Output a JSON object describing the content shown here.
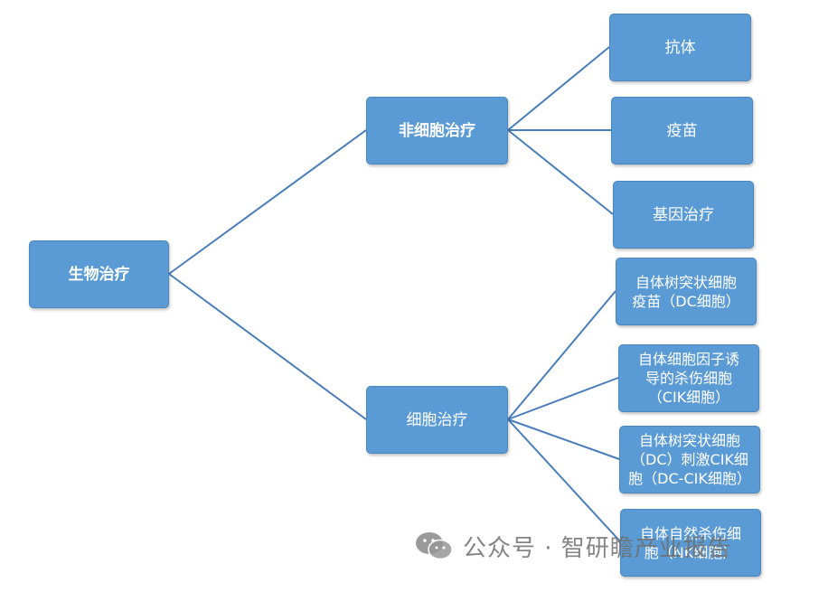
{
  "diagram": {
    "root": {
      "label": "生物治疗"
    },
    "branches": [
      {
        "label": "非细胞治疗",
        "children": [
          "抗体",
          "疫苗",
          "基因治疗"
        ]
      },
      {
        "label": "细胞治疗",
        "children": [
          "自体树突状细胞\n疫苗（DC细胞）",
          "自体细胞因子诱\n导的杀伤细胞\n（CIK细胞）",
          "自体树突状细胞\n（DC）刺激CIK细\n胞（DC-CIK细胞）",
          "自体自然杀伤细\n胞（NK细胞）"
        ]
      }
    ],
    "node_color": "#5b9bd5",
    "line_color": "#4a7ebb"
  },
  "watermark": {
    "icon": "wechat-icon",
    "text": "公众号 · 智研瞻产业报告"
  }
}
